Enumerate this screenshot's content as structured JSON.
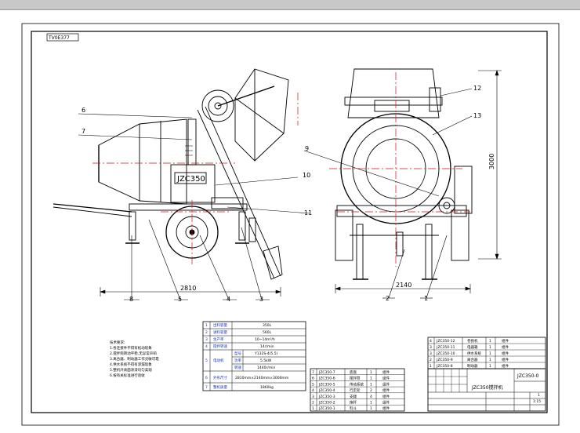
{
  "window": {
    "title": ""
  },
  "drawing": {
    "corner_stamp": "TV0E377",
    "model_plate": "JZC350",
    "dimensions": {
      "side_length": "2810",
      "rear_width": "2140",
      "height": "3000"
    },
    "callouts": {
      "side": [
        "6",
        "7",
        "10",
        "11",
        "8",
        "5",
        "4",
        "3"
      ],
      "rear": [
        "9",
        "12",
        "13",
        "2",
        "1"
      ]
    },
    "tech_table": {
      "rows": [
        {
          "no": "1",
          "name": "出料容量",
          "value": "350L"
        },
        {
          "no": "2",
          "name": "进料容量",
          "value": "560L"
        },
        {
          "no": "3",
          "name": "生产率",
          "value": "10~14m³/h"
        },
        {
          "no": "4",
          "name": "搅拌转速",
          "value": "14r/min"
        },
        {
          "no": "5",
          "name": "电动机",
          "sub1": "型号",
          "value": "Y132S-4(5.5)",
          "sub2": "功率",
          "value2": "5.5kW",
          "sub3": "转速",
          "value3": "1440r/min"
        },
        {
          "no": "6",
          "name": "外形尺寸",
          "value": "2810mm×2140mm×3000mm"
        },
        {
          "no": "7",
          "name": "整机质量",
          "value": "1860kg"
        }
      ]
    },
    "notes": [
      "技术要求:",
      "1.各连接件不得有松动现象",
      "2.搅拌筒转动平稳,无异常声响",
      "3.离合器、制动器工作灵敏可靠",
      "4.供水系统不得有渗漏现象",
      "5.整机外表面涂漆均匀美观",
      "6.按有关标准进行验收"
    ],
    "parts_list_left": [
      {
        "no": "7",
        "code": "JZC350-7",
        "name": "底盘",
        "qty": "1",
        "mat": "组件"
      },
      {
        "no": "6",
        "code": "JZC350-6",
        "name": "搅拌筒",
        "qty": "1",
        "mat": "组件"
      },
      {
        "no": "5",
        "code": "JZC350-5",
        "name": "传动系统",
        "qty": "1",
        "mat": "组件"
      },
      {
        "no": "4",
        "code": "JZC350-4",
        "name": "行走轮",
        "qty": "2",
        "mat": "组件"
      },
      {
        "no": "3",
        "code": "JZC350-3",
        "name": "支腿",
        "qty": "4",
        "mat": "组件"
      },
      {
        "no": "2",
        "code": "JZC350-2",
        "name": "拖杆",
        "qty": "1",
        "mat": "组件"
      },
      {
        "no": "1",
        "code": "JZC350-1",
        "name": "料斗",
        "qty": "1",
        "mat": "组件"
      }
    ],
    "parts_list_right": [
      {
        "no": "4",
        "code": "JZC350-12",
        "name": "卷扬机",
        "qty": "1",
        "mat": "组件"
      },
      {
        "no": "3",
        "code": "JZC350-11",
        "name": "电器箱",
        "qty": "1",
        "mat": "组件"
      },
      {
        "no": "3",
        "code": "JZC350-10",
        "name": "供水系统",
        "qty": "1",
        "mat": "组件"
      },
      {
        "no": "2",
        "code": "JZC350-9",
        "name": "离合器",
        "qty": "1",
        "mat": "组件"
      },
      {
        "no": "1",
        "code": "JZC350-8",
        "name": "制动器",
        "qty": "1",
        "mat": "组件"
      }
    ],
    "title_block": {
      "drawing_name": "JZC350搅拌机",
      "drawing_no": "JZC350-0",
      "scale": "1:15",
      "sheet": "1"
    }
  }
}
